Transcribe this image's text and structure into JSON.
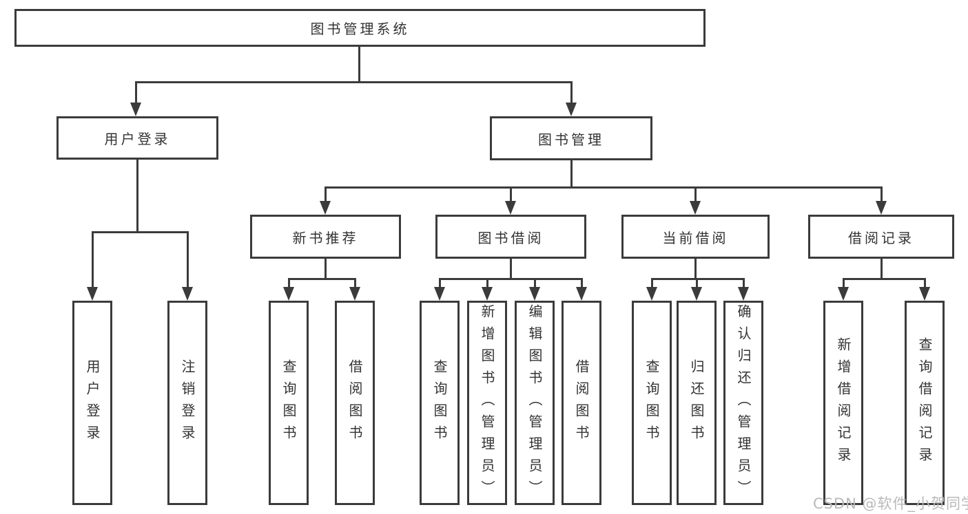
{
  "diagram": {
    "title": "图书管理系统",
    "modules": [
      {
        "label": "用户登录",
        "functions": [
          "用户登录",
          "注销登录"
        ]
      },
      {
        "label": "图书管理",
        "submodules": [
          {
            "label": "新书推荐",
            "functions": [
              "查询图书",
              "借阅图书"
            ]
          },
          {
            "label": "图书借阅",
            "functions": [
              "查询图书",
              "新增图书（管理员）",
              "编辑图书（管理员）",
              "借阅图书"
            ]
          },
          {
            "label": "当前借阅",
            "functions": [
              "查询图书",
              "归还图书",
              "确认归还（管理员）"
            ]
          },
          {
            "label": "借阅记录",
            "functions": [
              "新增借阅记录",
              "查询借阅记录"
            ]
          }
        ]
      }
    ]
  },
  "watermark": {
    "text": "CSDN @软件_小贺同学"
  },
  "colors": {
    "line": "#3b3b3b",
    "text": "#333333",
    "background": "#ffffff",
    "watermark": "#b9b9b9"
  }
}
